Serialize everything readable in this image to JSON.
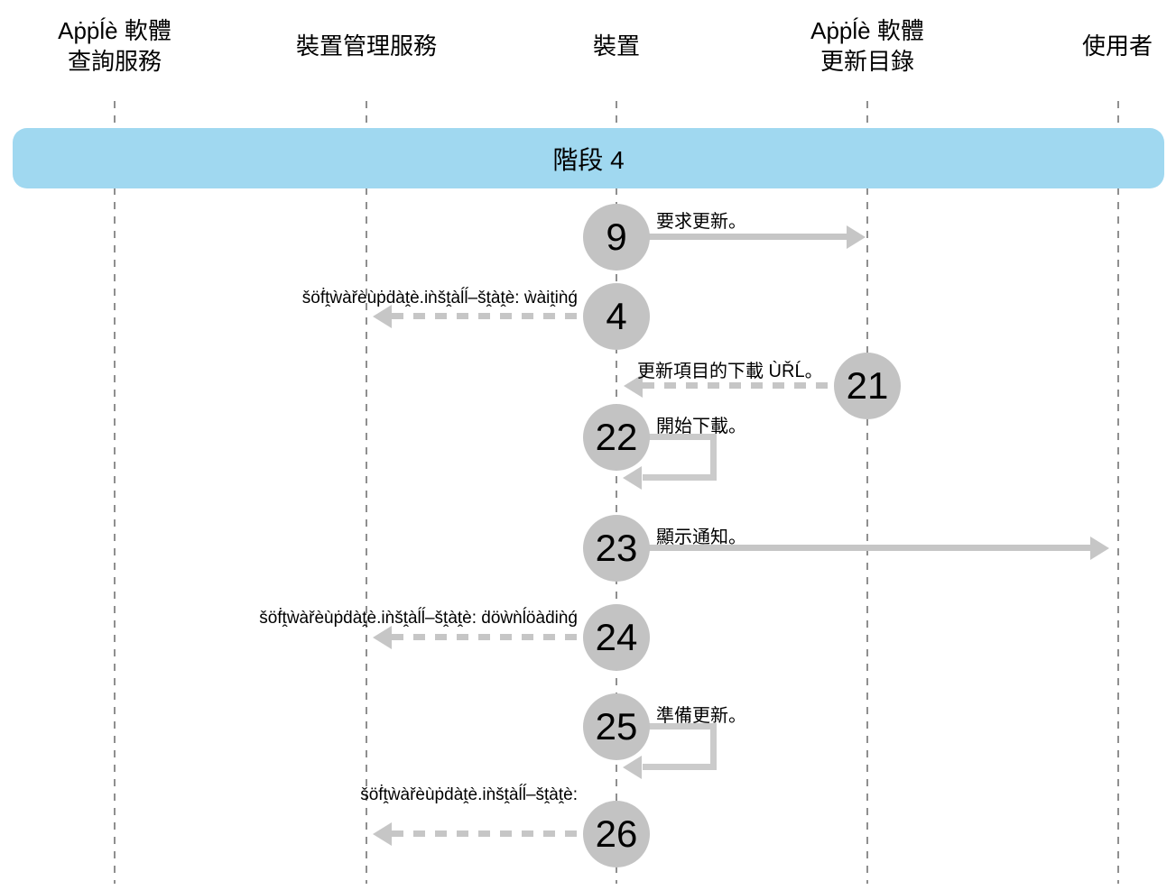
{
  "diagram": {
    "phase_banner": {
      "label": "階段 4"
    },
    "lanes": [
      {
        "name": "apple-software-lookup-service",
        "label": "Aṗṗĺè 軟體\n查詢服務"
      },
      {
        "name": "device-management-service",
        "label": "裝置管理服務"
      },
      {
        "name": "device",
        "label": "裝置"
      },
      {
        "name": "apple-software-update-catalog",
        "label": "Aṗṗĺè 軟體\n更新目錄"
      },
      {
        "name": "user",
        "label": "使用者"
      }
    ],
    "steps": [
      {
        "number": "9",
        "label": "要求更新。",
        "from": "device",
        "to": "apple-software-update-catalog",
        "style": "solid-right"
      },
      {
        "number": "4",
        "label": "šöḟṱẁàřèùṗḋàṱè.iǹšṱàĺĺ–šṱàṱè: ẁàiṱiǹǵ",
        "from": "device",
        "to": "device-management-service",
        "style": "dashed-left"
      },
      {
        "number": "21",
        "label": "更新項目的下載 ÙŘĹ。",
        "from": "apple-software-update-catalog",
        "to": "device",
        "style": "dashed-left"
      },
      {
        "number": "22",
        "label": "開始下載。",
        "from": "device",
        "to": "device",
        "style": "self-loop"
      },
      {
        "number": "23",
        "label": "顯示通知。",
        "from": "device",
        "to": "user",
        "style": "solid-right"
      },
      {
        "number": "24",
        "label": "šöḟṱẁàřèùṗḋàṱè.iǹšṱàĺĺ–šṱàṱè: ḋöẁǹĺöàḋiǹǵ",
        "from": "device",
        "to": "device-management-service",
        "style": "dashed-left"
      },
      {
        "number": "25",
        "label": "準備更新。",
        "from": "device",
        "to": "device",
        "style": "self-loop"
      },
      {
        "number": "26",
        "label": "šöḟṱẁàřèùṗḋàṱè.iǹšṱàĺĺ–šṱàṱè:",
        "from": "device",
        "to": "device-management-service",
        "style": "dashed-left"
      }
    ],
    "colors": {
      "banner_bg": "#A0D8F0",
      "circle_bg": "#C3C3C3",
      "arrow_gray": "#C6C6C6",
      "lifeline_gray": "#8F8F8F",
      "text": "#000000"
    }
  }
}
